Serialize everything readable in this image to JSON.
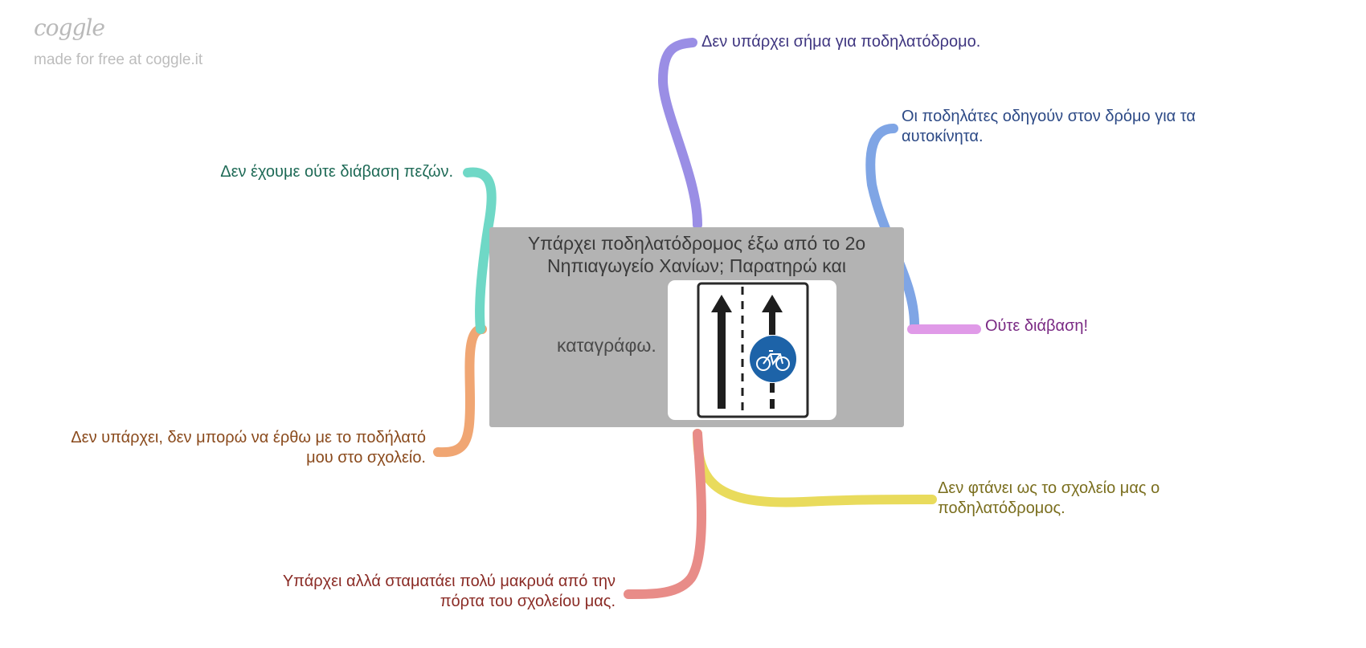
{
  "watermark": {
    "logo": "coggle",
    "tagline": "made for free at coggle.it"
  },
  "center": {
    "title": "Υπάρχει ποδηλατόδρομος έξω από το 2ο Νηπιαγωγείο Χανίων; Παρατηρώ και",
    "continuation": "καταγράφω.",
    "image_icon": "bicycle-lane-sign-icon"
  },
  "branches": [
    {
      "id": "top",
      "text": "Δεν υπάρχει σήμα για ποδηλατόδρομο.",
      "color": "#9a8ee5",
      "text_color": "#3f3680"
    },
    {
      "id": "upper-right",
      "text": "Οι ποδηλάτες οδηγούν στον δρόμο για τα αυτοκίνητα.",
      "color": "#7fa5e5",
      "text_color": "#2d4a86"
    },
    {
      "id": "right",
      "text": "Ούτε διάβαση!",
      "color": "#e09ae8",
      "text_color": "#7a2a84"
    },
    {
      "id": "lower-right",
      "text": "Δεν φτάνει ως το σχολείο μας ο ποδηλατόδρομος.",
      "color": "#e9db5c",
      "text_color": "#7a6e1e"
    },
    {
      "id": "bottom",
      "text": "Υπάρχει αλλά σταματάει πολύ μακρυά από την πόρτα του σχολείου μας.",
      "color": "#e88c88",
      "text_color": "#8a2b25"
    },
    {
      "id": "left",
      "text": "Δεν υπάρχει, δεν μπορώ να έρθω με το ποδήλατό μου στο σχολείο.",
      "color": "#f0a673",
      "text_color": "#8a4a1c"
    },
    {
      "id": "upper-left",
      "text": "Δεν έχουμε ούτε διάβαση πεζών.",
      "color": "#6fd8c6",
      "text_color": "#1e6a56"
    }
  ]
}
